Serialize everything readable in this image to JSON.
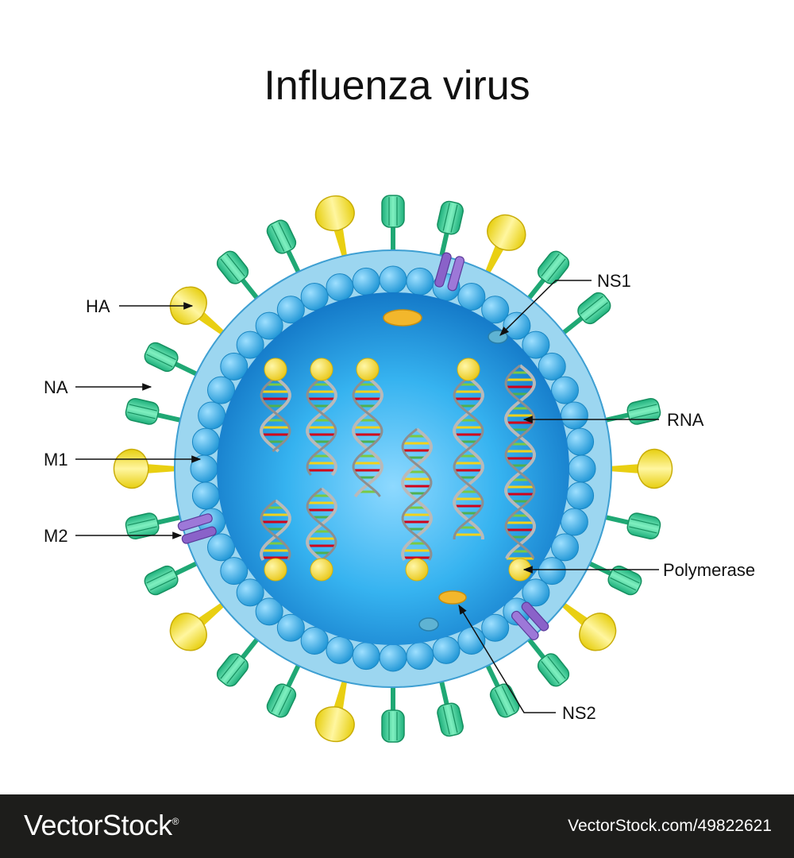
{
  "title": "Influenza virus",
  "labels": {
    "ha": "HA",
    "na": "NA",
    "m1": "M1",
    "m2": "M2",
    "ns1": "NS1",
    "rna": "RNA",
    "polymerase": "Polymerase",
    "ns2": "NS2"
  },
  "footer": {
    "brand": "VectorStock",
    "registered": "®",
    "credit": "VectorStock.com/49822621"
  },
  "colors": {
    "core": "#1a9ee0",
    "envelope": "#8fd0ee",
    "matrix_protein": "#46b2e3",
    "hemagglutinin": "#2fd39a",
    "neuraminidase": "#f3e33a",
    "m2_channel": "#8a62c9",
    "polymerase": "#f3dc3c",
    "ns2": "#f2b72c",
    "ns1": "#4fa8c8",
    "footer": "#1d1d1b"
  }
}
